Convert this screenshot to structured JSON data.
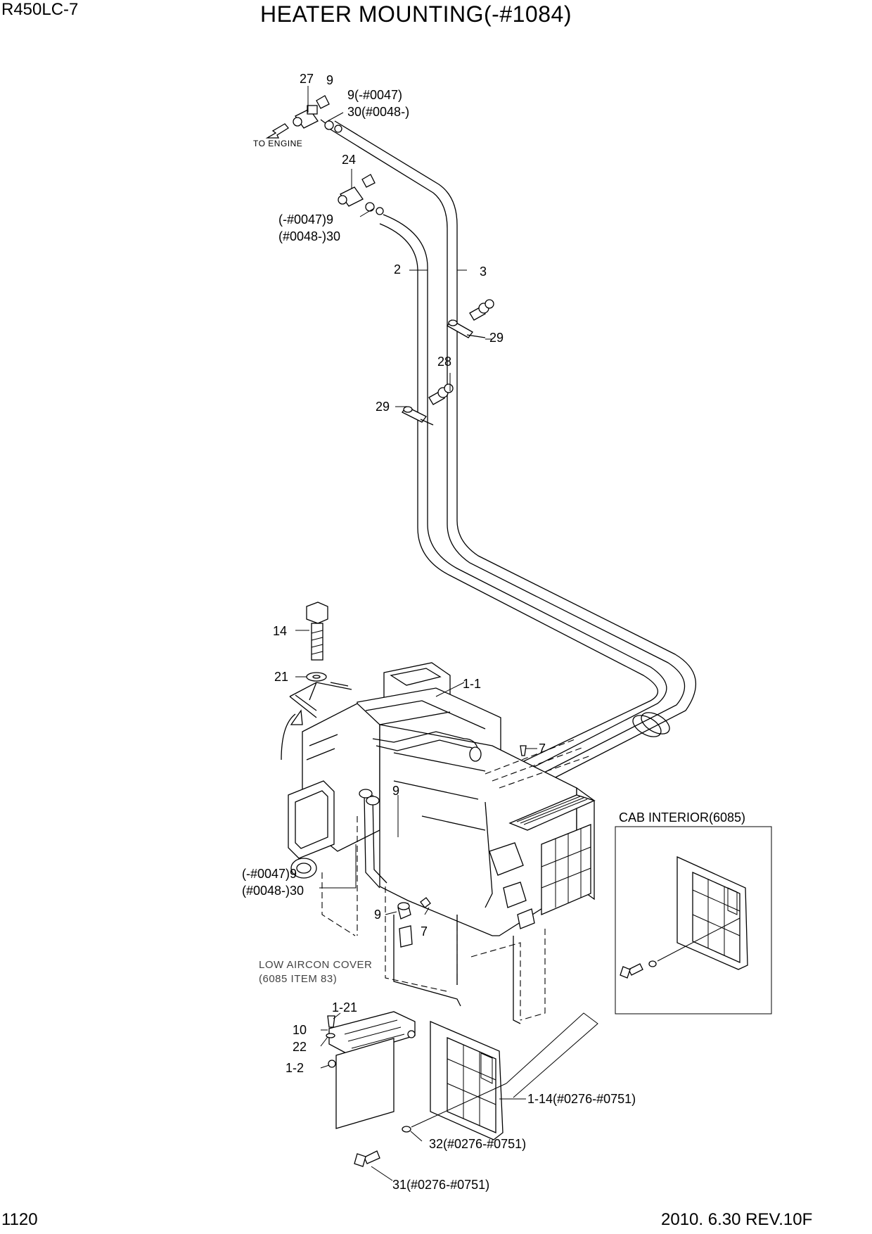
{
  "header": {
    "model": "R450LC-7",
    "title": "HEATER MOUNTING(-#1084)"
  },
  "footer": {
    "page": "1120",
    "revision": "2010. 6.30  REV.10F"
  },
  "notes": {
    "to_engine": "TO ENGINE",
    "cab_interior": "CAB INTERIOR(6085)",
    "low_aircon_line1": "LOW AIRCON COVER",
    "low_aircon_line2": "(6085 ITEM 83)"
  },
  "callouts": {
    "c27": "27",
    "c9_top": "9",
    "c9_range": "9(-#0047)",
    "c30_range": "30(#0048-)",
    "c24": "24",
    "c9_mid": "(-#0047)9",
    "c30_mid": "(#0048-)30",
    "c2": "2",
    "c3": "3",
    "c29_upper": "29",
    "c28": "28",
    "c29_lower": "29",
    "c14": "14",
    "c21": "21",
    "c1_1": "1-1",
    "c7_top": "7",
    "c9_heater": "9",
    "c9_left": "(-#0047)9",
    "c30_left": "(#0048-)30",
    "c9_bottom": "9",
    "c7_bottom": "7",
    "c1_21": "1-21",
    "c10": "10",
    "c22": "22",
    "c1_2": "1-2",
    "c1_14": "1-14(#0276-#0751)",
    "c32": "32(#0276-#0751)",
    "c31": "31(#0276-#0751)"
  }
}
